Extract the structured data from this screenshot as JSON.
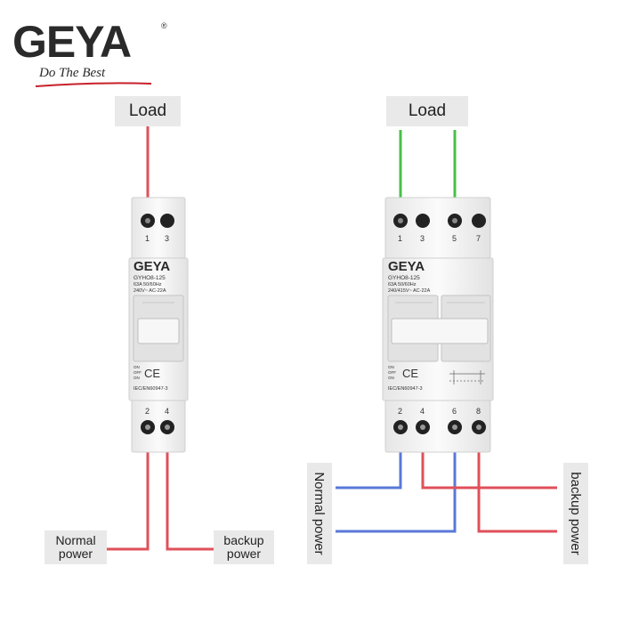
{
  "logo": {
    "brand": "GEYA",
    "registered": "®",
    "tagline": "Do The Best"
  },
  "left_device": {
    "load_label": "Load",
    "brand": "GEYA",
    "model": "GYHO8-125",
    "rating": "63A  50/60Hz",
    "voltage": "240V~   AC-22A",
    "top_terminals": [
      "1",
      "3"
    ],
    "bottom_terminals": [
      "2",
      "4"
    ],
    "marks": [
      "ON",
      "OFF",
      "ON"
    ],
    "ce": "CE",
    "standard": "IEC/EN60947-3",
    "normal_power_label": [
      "Normal",
      "power"
    ],
    "backup_power_label": [
      "backup",
      "power"
    ]
  },
  "right_device": {
    "load_label": "Load",
    "brand": "GEYA",
    "model": "GYHO8-125",
    "rating": "63A  50/60Hz",
    "voltage": "240/415V~   AC-22A",
    "top_terminals": [
      "1",
      "3",
      "5",
      "7"
    ],
    "bottom_terminals": [
      "2",
      "4",
      "6",
      "8"
    ],
    "marks": [
      "ON",
      "OFF",
      "ON"
    ],
    "ce": "CE",
    "standard": "IEC/EN60947-3",
    "normal_power_label": "Normal power",
    "backup_power_label": "backup power"
  },
  "colors": {
    "red_wire": "#e0505a",
    "blue_wire": "#5a78d8",
    "green_wire": "#48c048",
    "device_body": "#f4f4f4",
    "label_bg": "#e9e9e9"
  }
}
